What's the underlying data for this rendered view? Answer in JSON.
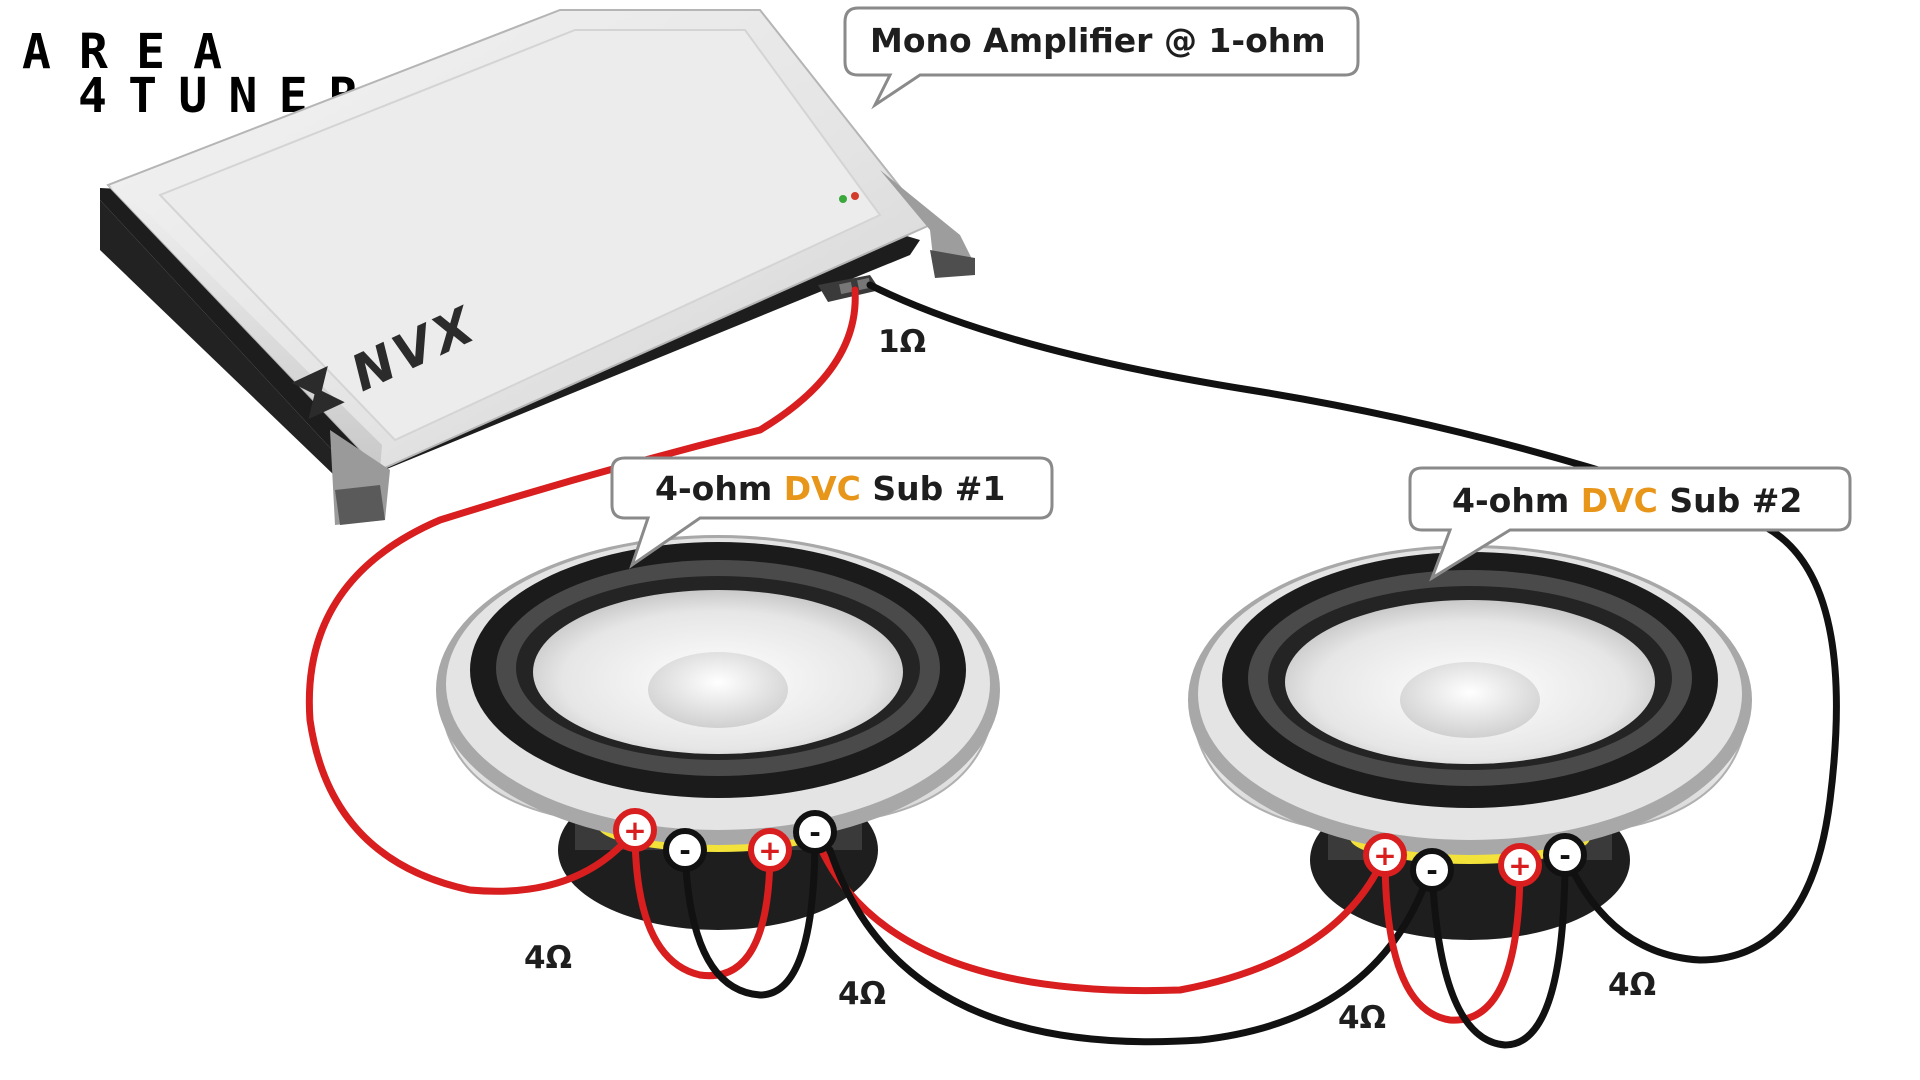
{
  "logo": {
    "line1": "AREA",
    "line2": "4TUNERS"
  },
  "amplifier": {
    "brand": "NVX",
    "callout": "Mono Amplifier @ 1-ohm",
    "load_label": "1Ω"
  },
  "sub1": {
    "callout_pre": "4-ohm ",
    "callout_dvc": "DVC",
    "callout_post": " Sub #1",
    "coil_a": "4Ω",
    "coil_b": "4Ω"
  },
  "sub2": {
    "callout_pre": "4-ohm ",
    "callout_dvc": "DVC",
    "callout_post": " Sub #2",
    "coil_a": "4Ω",
    "coil_b": "4Ω"
  },
  "terminals": {
    "positive": "+",
    "negative": "-"
  },
  "colors": {
    "positive_wire": "#d81e1e",
    "negative_wire": "#111111",
    "dvc_highlight": "#e8961a",
    "magnet_band": "#f2e23a"
  }
}
